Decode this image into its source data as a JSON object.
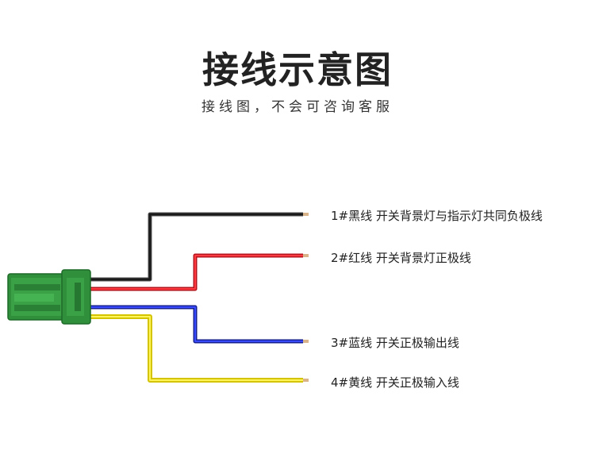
{
  "title": "接线示意图",
  "subtitle": "接线图，不会可咨询客服",
  "colors": {
    "black": "#1a1a1a",
    "red": "#e8202a",
    "blue": "#1c2fc8",
    "yellow": "#f2e51a",
    "connector": "#2f8f3a",
    "tip": "#d9b48a"
  },
  "wires": [
    {
      "label": "1#黑线 开关背景灯与指示灯共同负极线",
      "color": "black"
    },
    {
      "label": "2#红线 开关背景灯正极线",
      "color": "red"
    },
    {
      "label": "3#蓝线 开关正极输出线",
      "color": "blue"
    },
    {
      "label": "4#黄线 开关正极输入线",
      "color": "yellow"
    }
  ]
}
